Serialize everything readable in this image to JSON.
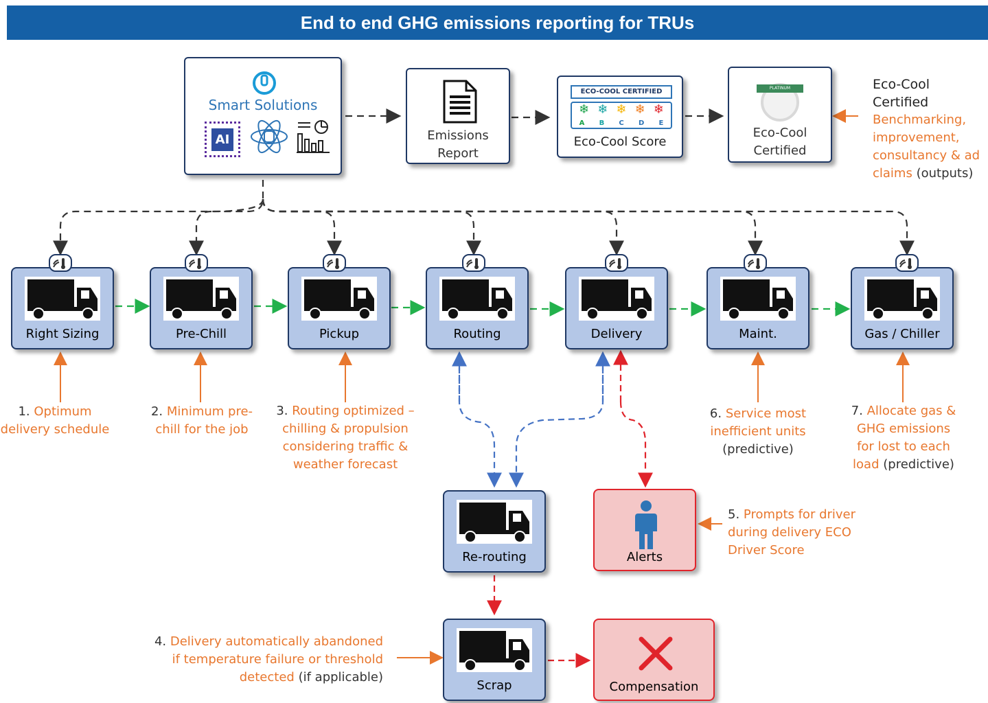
{
  "title": "End to end GHG emissions reporting for TRUs",
  "top_boxes": {
    "smart": {
      "label": "Smart Solutions",
      "ai": "AI"
    },
    "emissions": {
      "label_l1": "Emissions",
      "label_l2": "Report"
    },
    "score": {
      "banner": "ECO-COOL CERTIFIED",
      "grades": [
        "A",
        "B",
        "C",
        "D",
        "E"
      ],
      "label": "Eco-Cool Score"
    },
    "certified": {
      "label_l1": "Eco-Cool",
      "label_l2": "Certified",
      "badge": "PLATINUM"
    }
  },
  "cert_note": {
    "heading": "Eco-Cool Certified",
    "l1": "Benchmarking,",
    "l2": "improvement,",
    "l3": "consultancy & ad",
    "l4a": "claims",
    "l4b": "(outputs)"
  },
  "stages": [
    {
      "label": "Right Sizing"
    },
    {
      "label": "Pre-Chill"
    },
    {
      "label": "Pickup"
    },
    {
      "label": "Routing"
    },
    {
      "label": "Delivery"
    },
    {
      "label": "Maint."
    },
    {
      "label": "Gas / Chiller"
    }
  ],
  "notes": {
    "n1": {
      "num": "1.",
      "l1": "Optimum",
      "l2": "delivery schedule"
    },
    "n2": {
      "num": "2.",
      "l1": "Minimum pre-",
      "l2": "chill for the job"
    },
    "n3": {
      "num": "3.",
      "l1": "Routing optimized –",
      "l2": "chilling & propulsion",
      "l3": "considering traffic &",
      "l4": "weather forecast"
    },
    "n4": {
      "num": "4.",
      "l1": "Delivery automatically abandoned",
      "l2": "if temperature failure or threshold",
      "l3a": "detected",
      "l3b": "(if applicable)"
    },
    "n5": {
      "num": "5.",
      "l1": "Prompts for driver",
      "l2": "during delivery ECO",
      "l3": "Driver Score"
    },
    "n6": {
      "num": "6.",
      "l1": "Service most",
      "l2": "inefficient units",
      "l3": "(predictive)"
    },
    "n7": {
      "num": "7.",
      "l1": "Allocate gas &",
      "l2": "GHG emissions",
      "l3": "for lost to each",
      "l4a": "load",
      "l4b": "(predictive)"
    }
  },
  "lower": {
    "rerouting": "Re-routing",
    "scrap": "Scrap",
    "alerts": "Alerts",
    "compensation": "Compensation"
  },
  "colors": {
    "title_bg": "#1560a6",
    "truck_fill": "#b4c7e7",
    "accent_orange": "#e8772e",
    "green_flow": "#22b14c",
    "blue_flow": "#4472c4",
    "red_flow": "#e0242b"
  }
}
